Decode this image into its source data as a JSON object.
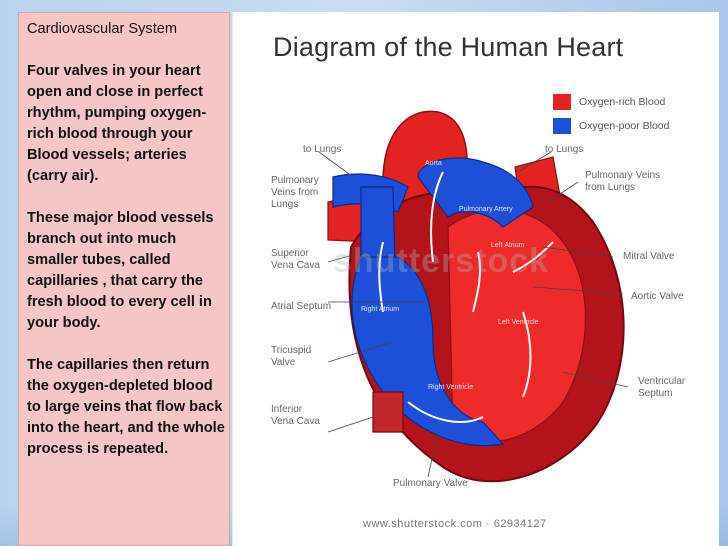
{
  "text_panel": {
    "title": "Cardiovascular System",
    "para1": "Four valves in your heart open and close in perfect rhythm, pumping oxygen-rich blood through your Blood vessels; arteries (carry air).",
    "para2": " These major blood vessels branch out into much smaller tubes, called capillaries , that carry the fresh blood to every cell in your body.",
    "para3": "The capillaries then return the oxygen-depleted blood to large veins that flow back into the heart, and the whole process is repeated."
  },
  "diagram": {
    "title": "Diagram of the Human Heart",
    "legend": [
      {
        "label": "Oxygen-rich Blood",
        "color": "#e32222"
      },
      {
        "label": "Oxygen-poor Blood",
        "color": "#1d4fd8"
      }
    ],
    "labels": {
      "to_lungs_left": "to Lungs",
      "to_lungs_right": "to Lungs",
      "pulm_veins_left": "Pulmonary Veins from Lungs",
      "pulm_veins_right": "Pulmonary Veins from Lungs",
      "superior_vena_cava": "Superior Vena Cava",
      "atrial_septum": "Atrial Septum",
      "tricuspid_valve": "Tricuspid Valve",
      "inferior_vena_cava": "Inferior Vena Cava",
      "mitral_valve": "Mitral Valve",
      "aortic_valve": "Aortic Valve",
      "ventricular_septum": "Ventricular Septum",
      "pulmonary_valve": "Pulmonary Valve"
    },
    "inner_labels": {
      "aorta": "Aorta",
      "pulmonary_artery": "Pulmonary Artery",
      "left_atrium": "Left Atrium",
      "right_atrium": "Right Atrium",
      "left_ventricle": "Left Ventricle",
      "right_ventricle": "Right Ventricle"
    },
    "watermark": "shutterstock",
    "footer": "www.shutterstock.com · 62934127"
  }
}
